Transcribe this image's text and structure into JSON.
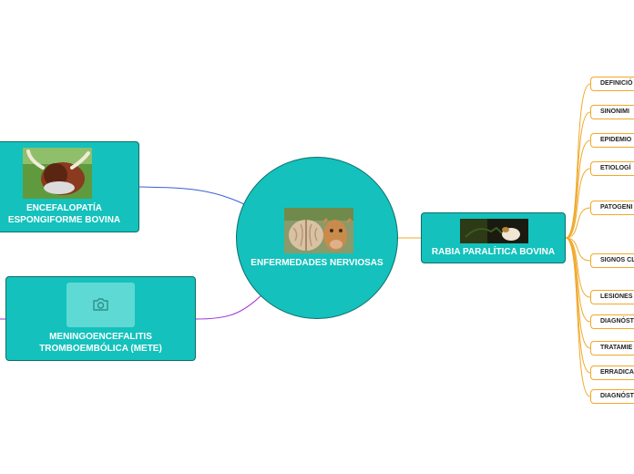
{
  "central": {
    "label": "ENFERMEDADES NERVIOSAS"
  },
  "left_nodes": {
    "encefalopatia": "ENCEFALOPATÍA\nESPONGIFORME BOVINA",
    "mete": "MENINGOENCEFALITIS\nTROMBOEMBÓLICA (METE)"
  },
  "right_node": {
    "label": "RABIA PARALÍTICA BOVINA"
  },
  "subtopics": [
    "DEFINICIÓ",
    "SINONIMI",
    "EPIDEMIO",
    "ETIOLOGÍ",
    "PATOGENI",
    "SIGNOS CL",
    "LESIONES",
    "DIAGNÓST",
    "TRATAMIE",
    "ERRADICA",
    "DIAGNÓST"
  ],
  "colors": {
    "node_fill": "#14c1bc",
    "node_border": "#0e6f6b",
    "branch_orange": "#f0a92a",
    "link_blue": "#3a5fd8",
    "link_purple": "#9b2bd8"
  },
  "icons": {
    "placeholder": "camera-icon"
  }
}
